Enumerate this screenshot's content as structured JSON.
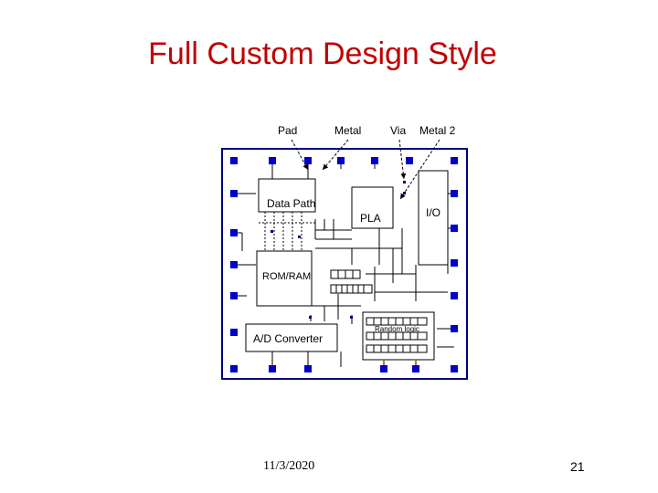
{
  "slide": {
    "title": "Full Custom Design Style",
    "date": "11/3/2020",
    "page_number": "21"
  },
  "diagram": {
    "callouts": {
      "pad": "Pad",
      "metal": "Metal",
      "via": "Via",
      "metal2": "Metal 2"
    },
    "blocks": {
      "data_path": "Data Path",
      "pla": "PLA",
      "io": "I/O",
      "rom_ram": "ROM/RAM",
      "ad_converter": "A/D Converter",
      "random_logic": "Random logic"
    },
    "colors": {
      "title": "#c00000",
      "pad": "#0000cc",
      "chip_outline": "#000080"
    }
  }
}
